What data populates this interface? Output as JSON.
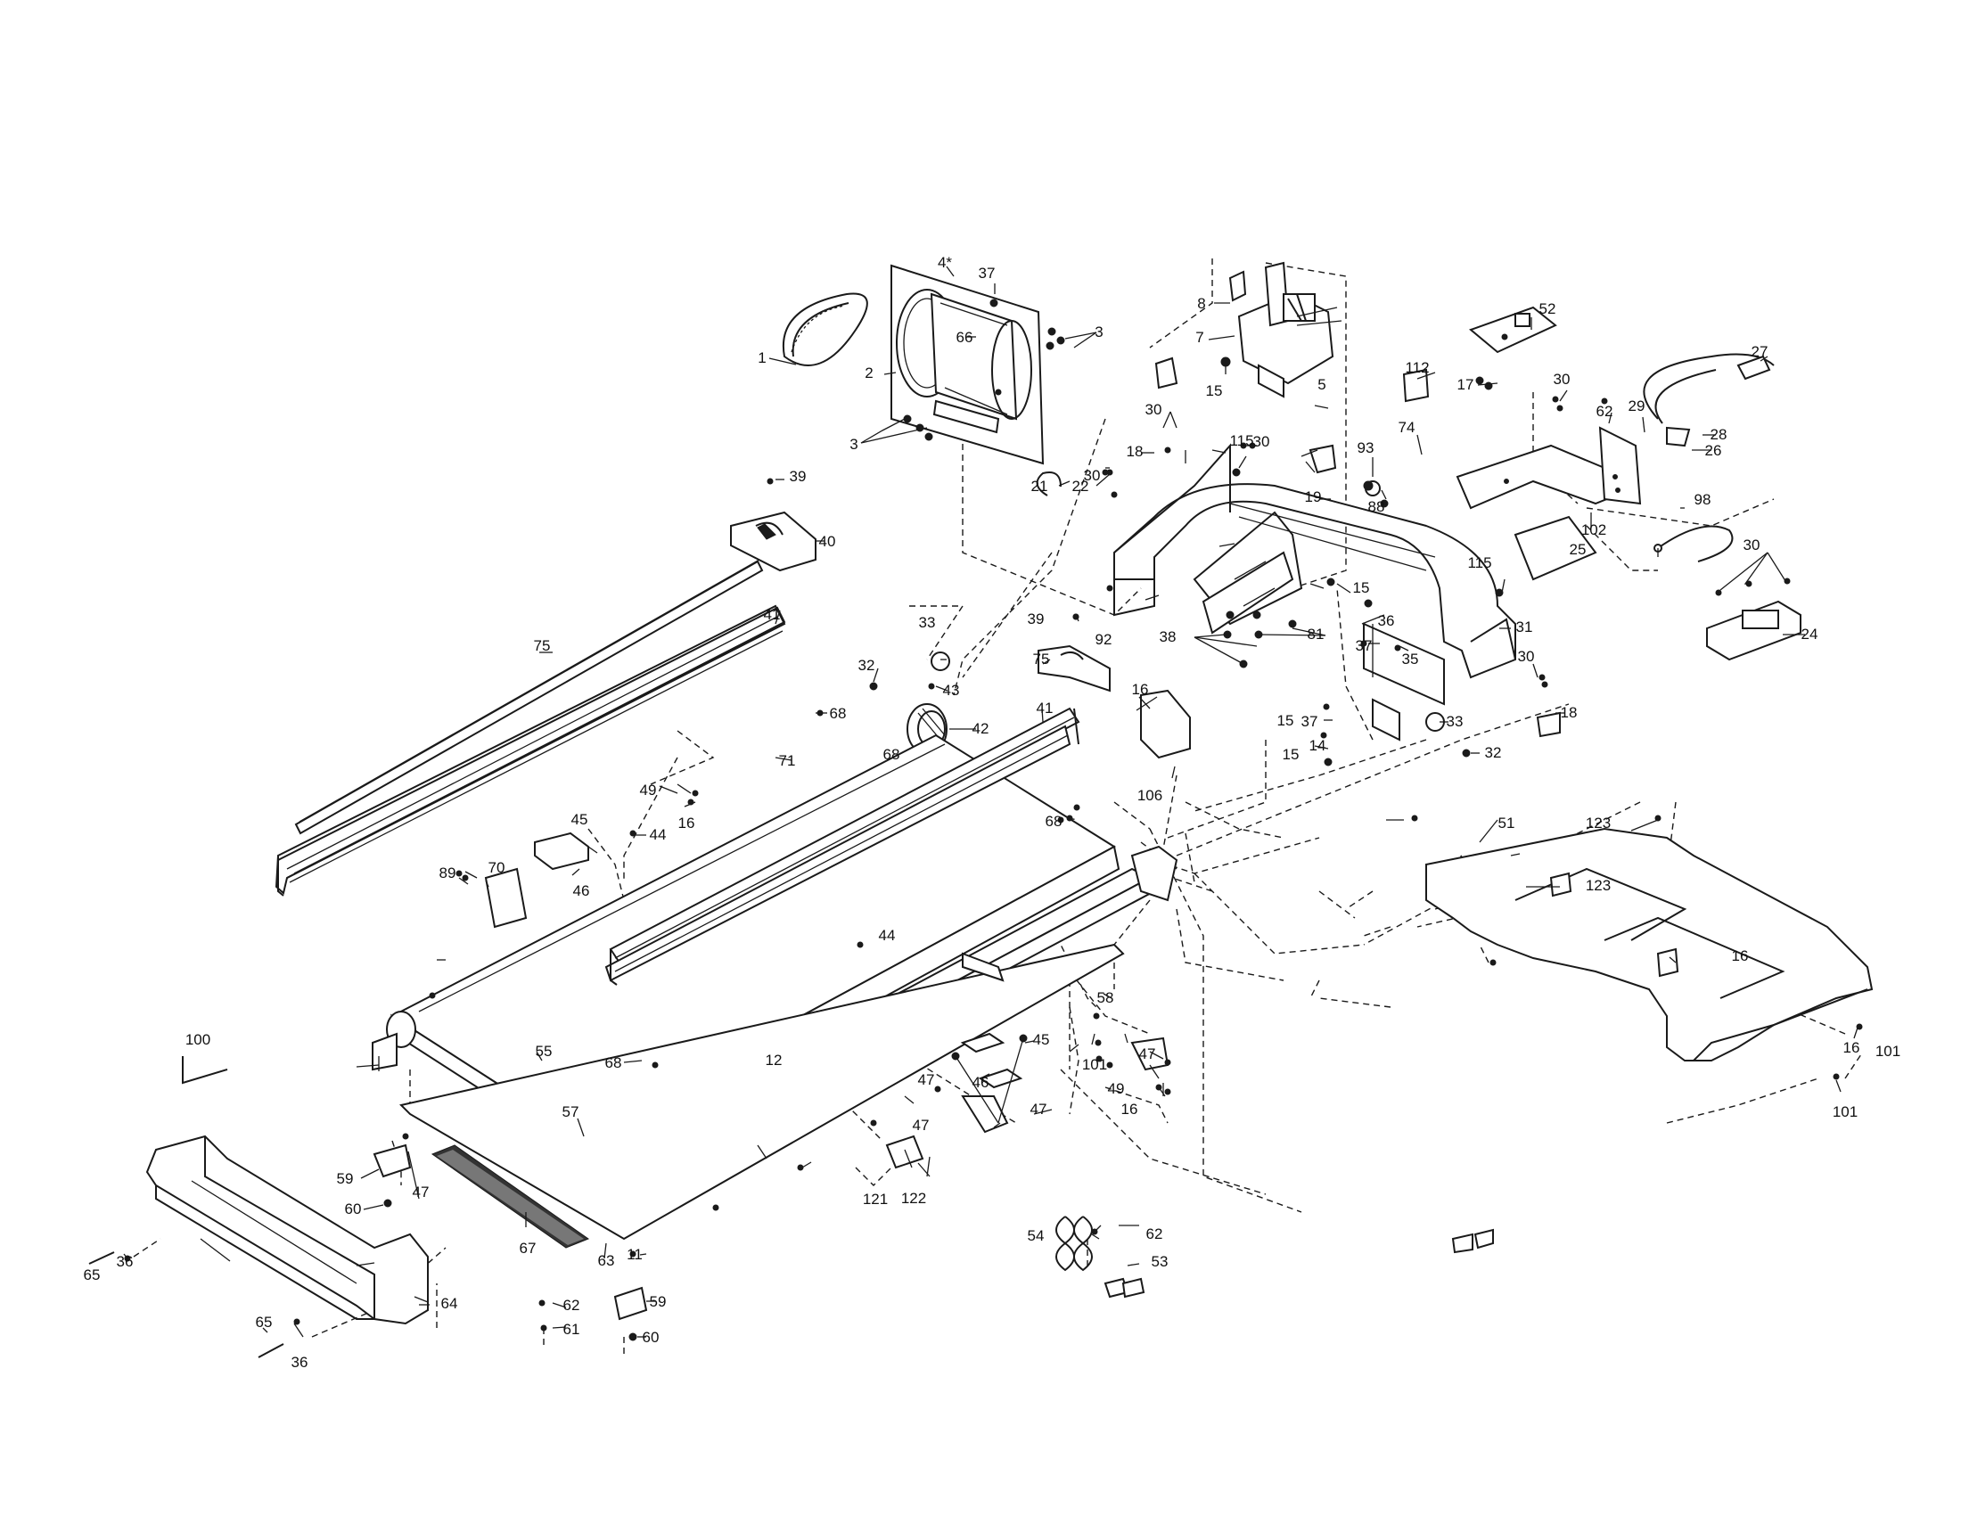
{
  "diagram": {
    "labels": [
      "1",
      "2",
      "3",
      "3",
      "4*",
      "37",
      "66",
      "8",
      "7",
      "15",
      "5",
      "52",
      "17",
      "27",
      "30",
      "29",
      "28",
      "26",
      "62",
      "112",
      "74",
      "93",
      "88",
      "98",
      "102",
      "25",
      "30",
      "24",
      "30",
      "18",
      "115",
      "30",
      "19",
      "21",
      "22",
      "30",
      "39",
      "40",
      "41",
      "75",
      "33",
      "43",
      "42",
      "32",
      "68",
      "71",
      "49",
      "16",
      "45",
      "44",
      "46",
      "70",
      "89",
      "39",
      "92",
      "16",
      "106",
      "15",
      "14",
      "38",
      "81",
      "15",
      "36",
      "37",
      "35",
      "31",
      "115",
      "30",
      "18",
      "37",
      "15",
      "33",
      "32",
      "41",
      "75",
      "68",
      "44",
      "68",
      "12",
      "55",
      "68",
      "57",
      "59",
      "60",
      "47",
      "100",
      "67",
      "63",
      "11",
      "59",
      "60",
      "64",
      "65",
      "36",
      "65",
      "36",
      "62",
      "61",
      "58",
      "101",
      "49",
      "16",
      "47",
      "45",
      "46",
      "47",
      "47",
      "47",
      "121",
      "122",
      "54",
      "62",
      "53",
      "101",
      "51",
      "123",
      "123",
      "16",
      "16",
      "101"
    ]
  }
}
